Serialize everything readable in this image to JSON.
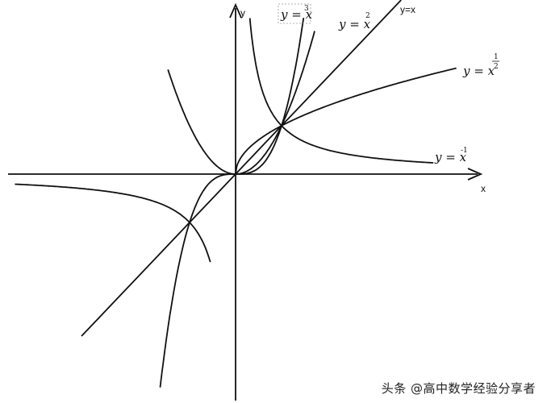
{
  "chart_data": {
    "type": "line",
    "title": "",
    "xlabel": "x",
    "ylabel": "y",
    "xlim": [
      -4.2,
      4.4
    ],
    "ylim": [
      -4.2,
      3.05
    ],
    "grid": false,
    "series": [
      {
        "name": "y = x³",
        "expr": "x^3"
      },
      {
        "name": "y = x²",
        "expr": "x^2"
      },
      {
        "name": "y=x",
        "expr": "x"
      },
      {
        "name": "y = x^(1/2)",
        "expr": "x^(1/2)"
      },
      {
        "name": "y = x⁻¹",
        "expr": "x^-1"
      }
    ],
    "labels": {
      "cube": {
        "base": "y = x",
        "exp": "3"
      },
      "square": {
        "base": "y = x",
        "exp": "2"
      },
      "line": {
        "text": "y=x"
      },
      "sqrt": {
        "base": "y = x",
        "num": "1",
        "den": "2"
      },
      "recip": {
        "base": "y = x",
        "exp": "-1"
      }
    }
  },
  "watermark": "头条 @高中数学经验分享者"
}
